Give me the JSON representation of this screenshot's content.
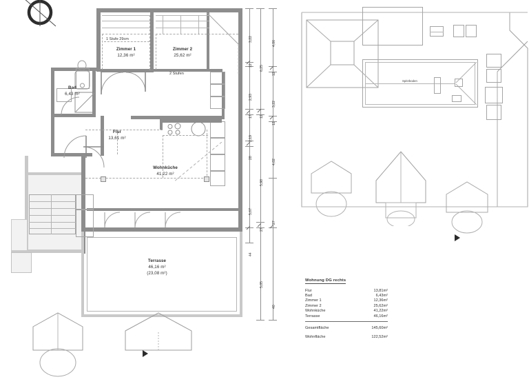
{
  "drawing": {
    "title": "Wohnung DG rechts",
    "compass_icon": "north-arrow-icon"
  },
  "floorplan": {
    "rooms": [
      {
        "id": "zimmer1",
        "name": "Zimmer 1",
        "area": "12,36 m²"
      },
      {
        "id": "zimmer2",
        "name": "Zimmer 2",
        "area": "25,62 m²"
      },
      {
        "id": "bad",
        "name": "Bad",
        "area": "6,43 m²"
      },
      {
        "id": "flur",
        "name": "Flur",
        "area": "13,61 m²"
      },
      {
        "id": "wohnkueche",
        "name": "Wohnküche",
        "area": "41,22 m²"
      },
      {
        "id": "terrasse",
        "name": "Terrasse",
        "area": "46,16 m²",
        "area2": "(23,08 m²)"
      }
    ],
    "notes": [
      {
        "id": "stufe",
        "text": "1 Stufe 29cm"
      },
      {
        "id": "stufen",
        "text": "2 Stufen"
      }
    ]
  },
  "roofplan": {
    "label": "Spitzboden"
  },
  "dimensions": {
    "chain_inner": [
      "3,22",
      "12",
      "2,93",
      "17",
      "2,19",
      "28",
      "5,67",
      "44"
    ],
    "chain_mid": [
      "6,25",
      "12",
      "5,98",
      "27",
      "5,05"
    ],
    "chain_outer": [
      "4,06",
      "12",
      "3,22",
      "12",
      "4,02",
      "27",
      "40"
    ],
    "inner_top": "3,22",
    "inner_2": "12",
    "inner_3": "2,93",
    "inner_4": "17",
    "inner_5": "2,19",
    "inner_6": "28",
    "inner_7": "5,67",
    "inner_8": "44",
    "mid_1": "6,25",
    "mid_2": "12",
    "mid_3": "5,98",
    "mid_4": "27",
    "mid_5": "5,05",
    "outer_1": "4,06",
    "outer_2": "12",
    "outer_3": "3,22",
    "outer_4": "12",
    "outer_5": "4,02",
    "outer_6": "27",
    "outer_7": "40"
  },
  "legend": {
    "title": "Wohnung DG rechts",
    "rows": [
      {
        "label": "Flur",
        "value": "13,81m²"
      },
      {
        "label": "Bad",
        "value": "6,43m²"
      },
      {
        "label": "Zimmer 1",
        "value": "12,36m²"
      },
      {
        "label": "Zimmer 2",
        "value": "25,62m²"
      },
      {
        "label": "Wohnküche",
        "value": "41,22m²"
      },
      {
        "label": "Terrasse",
        "value": "46,16m²"
      }
    ],
    "totals": [
      {
        "label": "Gesamtfläche",
        "value": "145,60m²"
      },
      {
        "label": "Wohnfläche",
        "value": "122,52m²"
      }
    ]
  }
}
